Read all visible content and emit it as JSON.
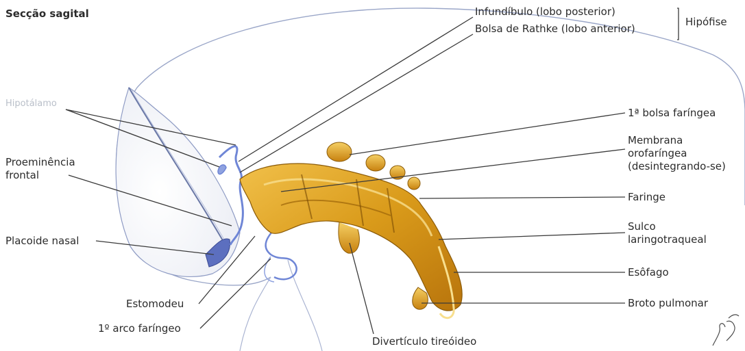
{
  "figure": {
    "title": "Secção sagital",
    "labels": {
      "infundibulo": "Infundíbulo (lobo posterior)",
      "bolsa_rathke": "Bolsa de Rathke (lobo anterior)",
      "hipofise": "Hipófise",
      "hipotalamo": "Hipotálamo",
      "bolsa_faringea": "1ª bolsa faríngea",
      "membrana_line1": "Membrana",
      "membrana_line2": "orofaríngea",
      "membrana_line3": "(desintegrando-se)",
      "proeminencia_line1": "Proeminência",
      "proeminencia_line2": "frontal",
      "faringe": "Faringe",
      "sulco_line1": "Sulco",
      "sulco_line2": "laringotraqueal",
      "placoide": "Placoide nasal",
      "esofago": "Esôfago",
      "estomodeu": "Estomodeu",
      "broto": "Broto pulmonar",
      "arco": "1º arco faríngeo",
      "diverticulo": "Divertículo tireóideo"
    },
    "colors": {
      "outline": "#9aa6c8",
      "blue_structure": "#6f86d6",
      "endoderm": "#d99a1a",
      "leader_line": "#3a3a3a"
    }
  }
}
